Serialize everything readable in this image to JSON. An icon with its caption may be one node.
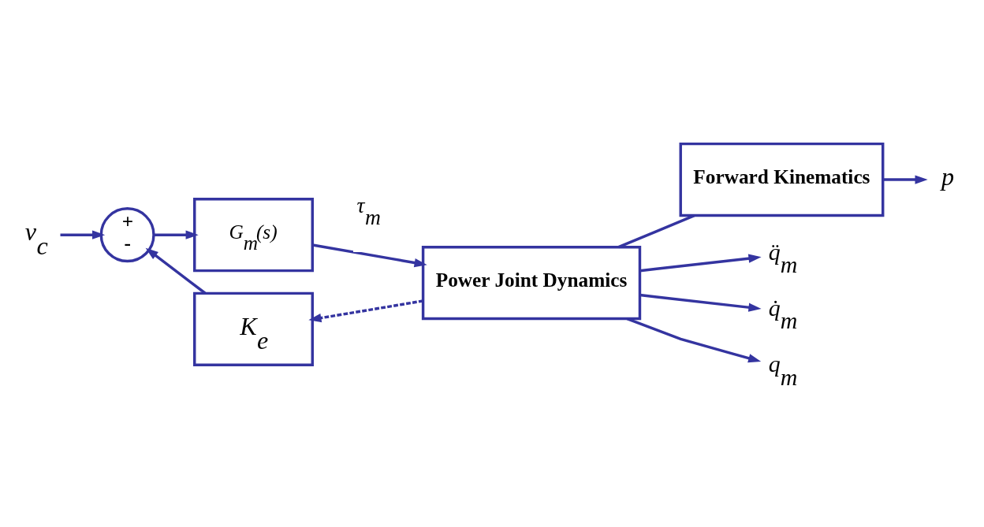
{
  "diagram": {
    "nodes": [
      {
        "text": [
          "v$_{c}$"
        ]
      },
      {
        "text": [
          "+",
          "-"
        ]
      },
      {
        "text": [
          "G$_{m}$(s)"
        ]
      },
      {
        "text": [
          "Power Joint Dynamics"
        ]
      },
      {
        "text": [
          "K$_{e}$"
        ]
      },
      {
        "text": [
          "Forward Kinematics"
        ]
      },
      {
        "text": [
          "q̈$_{m}$"
        ]
      },
      {
        "text": [
          "q̇$_{m}$"
        ]
      },
      {
        "text": [
          "q$_{m}$"
        ]
      },
      {
        "text": [
          "p"
        ]
      }
    ],
    "edges": [
      {
        "from": 0,
        "to": 1,
        "arrow": "to"
      },
      {
        "from": 1,
        "to": 2,
        "arrow": "to"
      },
      {
        "from": 2,
        "to": 3,
        "arrow": "to",
        "label": "τ$_{m}$"
      },
      {
        "from": 3,
        "to": 6,
        "arrow": "to"
      },
      {
        "from": 3,
        "to": 7,
        "arrow": "to"
      },
      {
        "from": 3,
        "to": 8,
        "arrow": "to"
      },
      {
        "from": 3,
        "to": 4,
        "arrow": "to",
        "style": "dashed"
      },
      {
        "from": 4,
        "to": 1,
        "arrow": "to"
      },
      {
        "from": 3,
        "to": 5,
        "arrow": "none"
      },
      {
        "from": 5,
        "to": 9,
        "arrow": "to"
      }
    ]
  }
}
